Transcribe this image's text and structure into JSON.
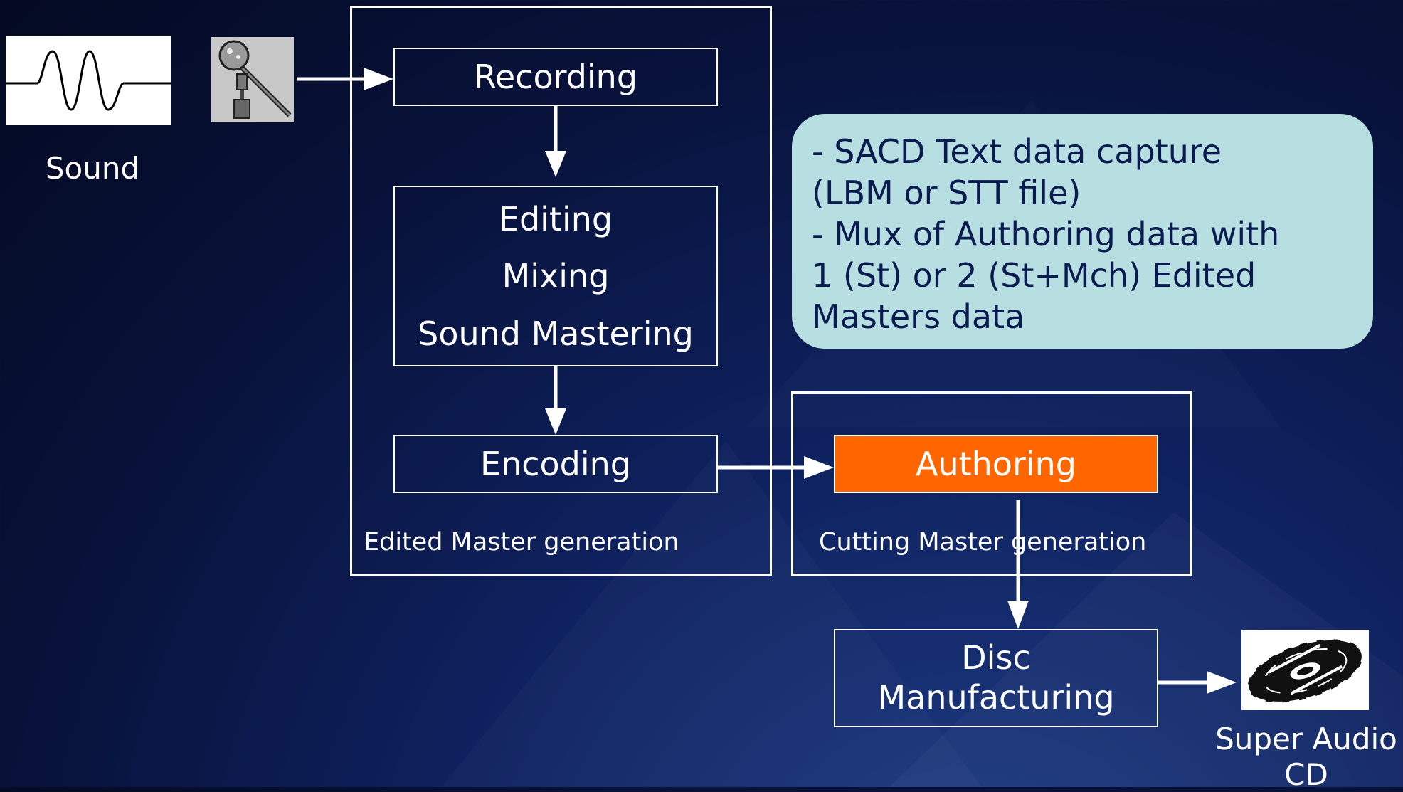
{
  "diagram": {
    "sound_label": "Sound",
    "recording": "Recording",
    "editing_lines": [
      "Editing",
      "Mixing",
      "Sound Mastering"
    ],
    "encoding": "Encoding",
    "edited_master_caption": "Edited Master generation",
    "authoring": "Authoring",
    "cutting_master_caption": "Cutting Master generation",
    "disc_lines": [
      "Disc",
      "Manufacturing"
    ],
    "sacd_lines": [
      "Super Audio",
      "CD"
    ],
    "callout_lines": [
      "- SACD Text data capture",
      "(LBM or STT file)",
      "- Mux of Authoring data with",
      "1 (St) or 2 (St+Mch) Edited",
      "Masters data"
    ],
    "colors": {
      "authoring_fill": "#ff6600",
      "callout_fill": "#b7dfe2",
      "line": "#ffffff"
    },
    "icons": [
      "sound-wave-icon",
      "microphone-icon",
      "disc-icon"
    ]
  }
}
